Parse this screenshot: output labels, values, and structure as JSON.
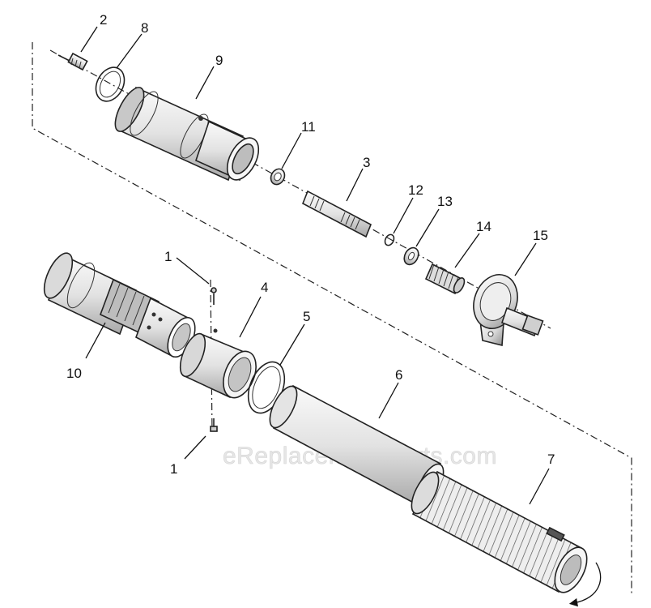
{
  "watermark": "eReplacementParts.com",
  "callouts": {
    "c2": "2",
    "c8": "8",
    "c9": "9",
    "c11": "11",
    "c3": "3",
    "c12": "12",
    "c13": "13",
    "c14": "14",
    "c15": "15",
    "c1_top": "1",
    "c4": "4",
    "c5": "5",
    "c10": "10",
    "c6": "6",
    "c1_bottom": "1",
    "c7": "7"
  },
  "colors": {
    "line": "#222222",
    "metal_light": "#f2f2f2",
    "metal_mid": "#d8d8d8",
    "metal_dark": "#9a9a9a"
  }
}
